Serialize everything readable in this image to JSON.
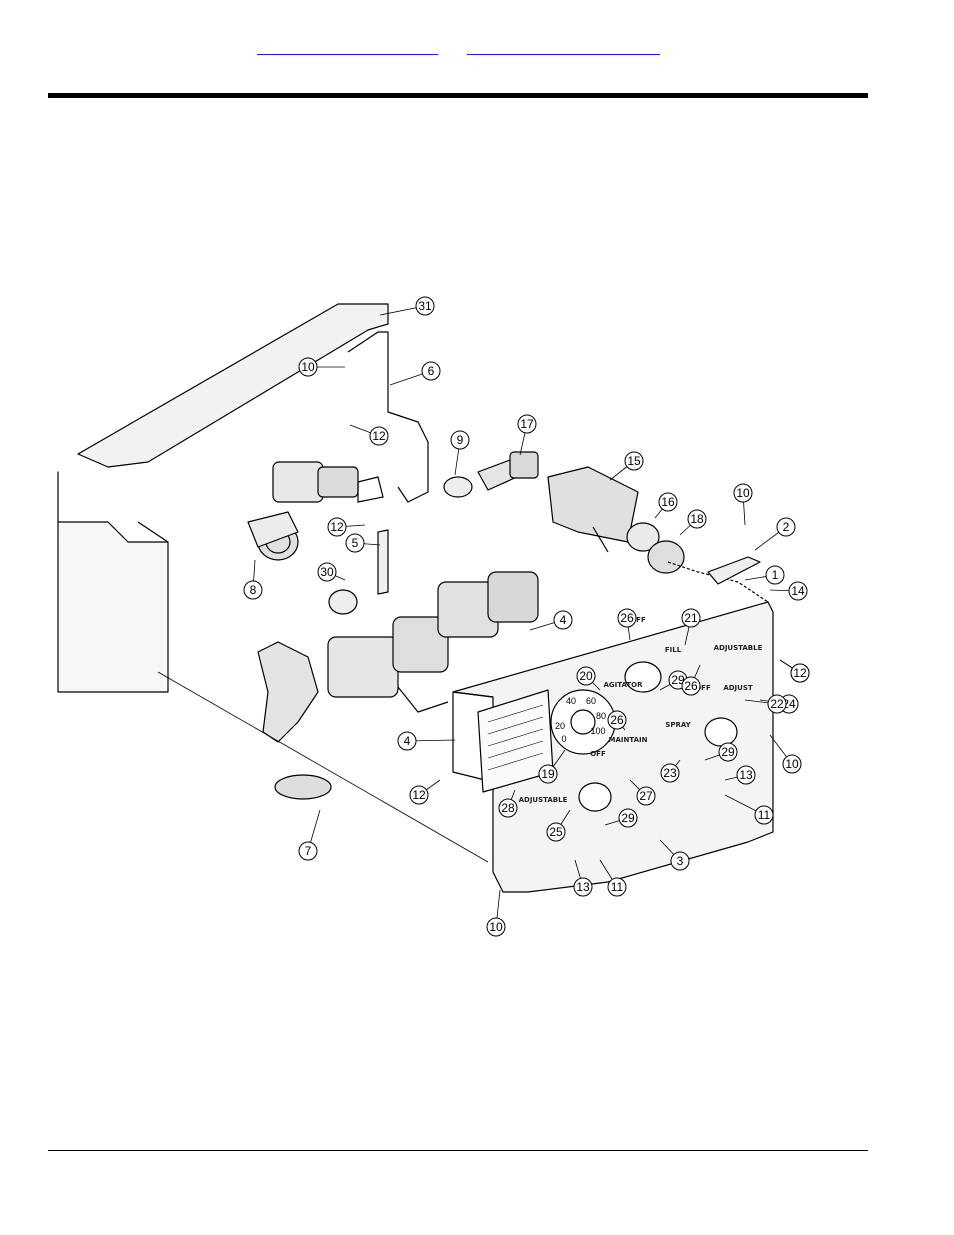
{
  "links": [
    "",
    ""
  ],
  "callouts": [
    "31",
    "10",
    "6",
    "12",
    "17",
    "9",
    "15",
    "10",
    "12",
    "5",
    "8",
    "16",
    "18",
    "2",
    "30",
    "1",
    "14",
    "4",
    "26",
    "21",
    "12",
    "20",
    "29",
    "26",
    "24",
    "4",
    "19",
    "26",
    "22",
    "28",
    "27",
    "23",
    "29",
    "10",
    "12",
    "13",
    "11",
    "25",
    "29",
    "7",
    "3",
    "13",
    "11",
    "10",
    "12"
  ],
  "plate_labels": {
    "off1": "OFF",
    "off2": "OFF",
    "off3": "OFF",
    "agitator": "AGITATOR",
    "fill": "FILL",
    "adjustable": "ADJUSTABLE",
    "spray": "SPRAY",
    "agitator_pressure": "ADJUSTABLE",
    "maintain": "MAINTAIN",
    "adjust": "ADJUST"
  },
  "gauge": {
    "values": [
      "0",
      "20",
      "40",
      "60",
      "80",
      "100"
    ]
  }
}
